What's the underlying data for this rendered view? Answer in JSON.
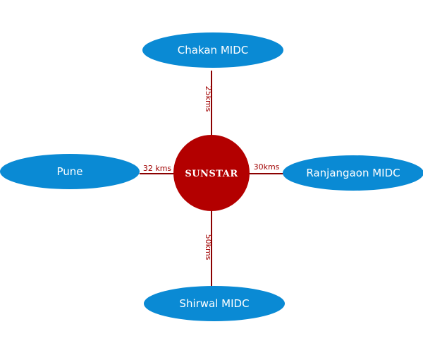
{
  "center": {
    "label": "SUNSTAR",
    "color": "#b30000"
  },
  "nodes": {
    "top": {
      "label": "Chakan MIDC",
      "distance": "25kms"
    },
    "left": {
      "label": "Pune",
      "distance": "32 kms"
    },
    "right": {
      "label": "Ranjangaon MIDC",
      "distance": "30kms"
    },
    "bottom": {
      "label": "Shirwal MIDC",
      "distance": "50kms"
    }
  },
  "colors": {
    "node_fill": "#0a8ad4",
    "connector": "#8b0000",
    "distance_text": "#a00000"
  }
}
